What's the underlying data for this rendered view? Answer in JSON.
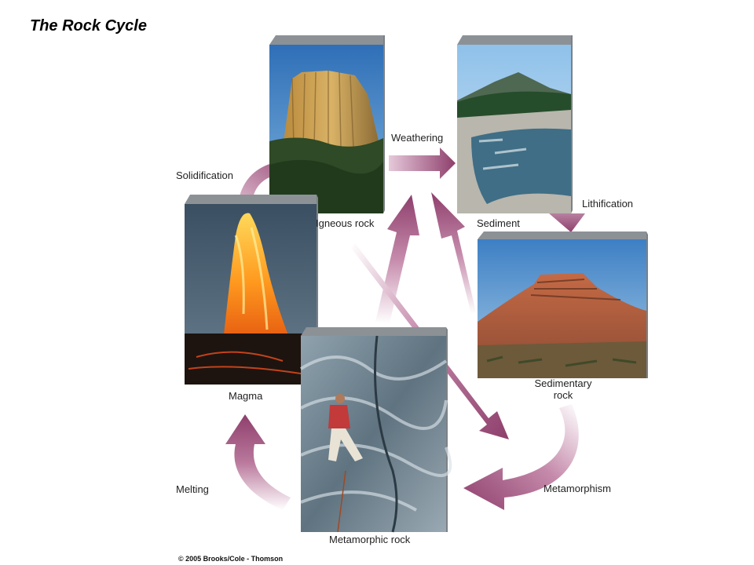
{
  "title": "The Rock Cycle",
  "nodes": {
    "igneous": "Igneous rock",
    "sediment": "Sediment",
    "sedimentary_line1": "Sedimentary",
    "sedimentary_line2": "rock",
    "metamorphic": "Metamorphic rock",
    "magma": "Magma"
  },
  "processes": {
    "weathering": "Weathering",
    "lithification": "Lithification",
    "metamorphism": "Metamorphism",
    "melting": "Melting",
    "solidification": "Solidification"
  },
  "credit": "© 2005 Brooks/Cole - Thomson",
  "colors": {
    "arrow": "#8e3f6c",
    "arrow_light": "#e9d2df"
  }
}
